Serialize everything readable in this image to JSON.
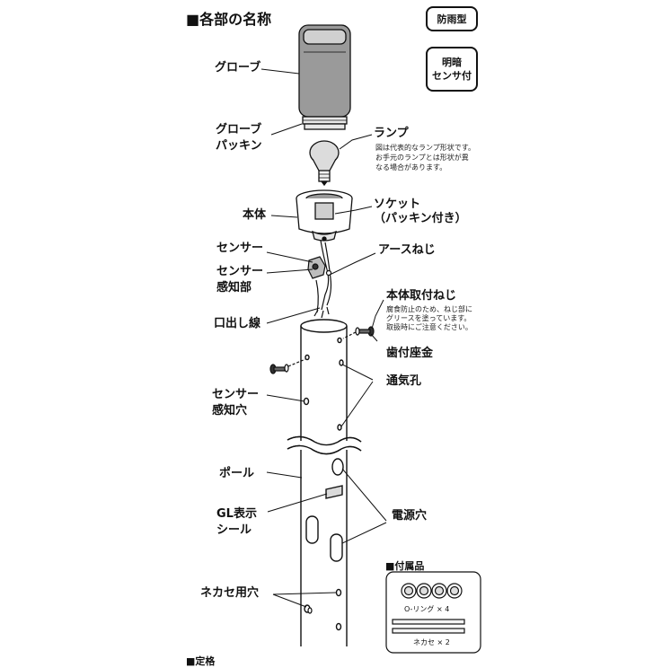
{
  "title": "■各部の名称",
  "badges": {
    "rainproof": "防雨型",
    "sensor_line1": "明暗",
    "sensor_line2": "センサ付"
  },
  "labels": {
    "globe": "グローブ",
    "globe_packing_1": "グローブ",
    "globe_packing_2": "パッキン",
    "lamp": "ランプ",
    "lamp_note_1": "図は代表的なランプ形状です。",
    "lamp_note_2": "お手元のランプとは形状が異",
    "lamp_note_3": "なる場合があります。",
    "body": "本体",
    "socket_1": "ソケット",
    "socket_2": "（パッキン付き）",
    "sensor": "センサー",
    "sensor_sensing_1": "センサー",
    "sensor_sensing_2": "感知部",
    "earth_screw": "アースねじ",
    "body_screw": "本体取付ねじ",
    "body_screw_note_1": "腐食防止のため、ねじ部に",
    "body_screw_note_2": "グリースを塗っています。",
    "body_screw_note_3": "取扱時にご注意ください。",
    "outlet_wire": "口出し線",
    "toothed_washer": "歯付座金",
    "vent_hole": "通気孔",
    "sensor_hole_1": "センサー",
    "sensor_hole_2": "感知穴",
    "pole": "ポール",
    "gl_seal_1": "GL表示",
    "gl_seal_2": "シール",
    "power_hole": "電源穴",
    "nut_hole": "ネカセ用穴"
  },
  "accessories": {
    "title": "■付属品",
    "o_ring": "O-リング × 4",
    "nekase": "ネカセ × 2"
  },
  "footer": "■定格"
}
